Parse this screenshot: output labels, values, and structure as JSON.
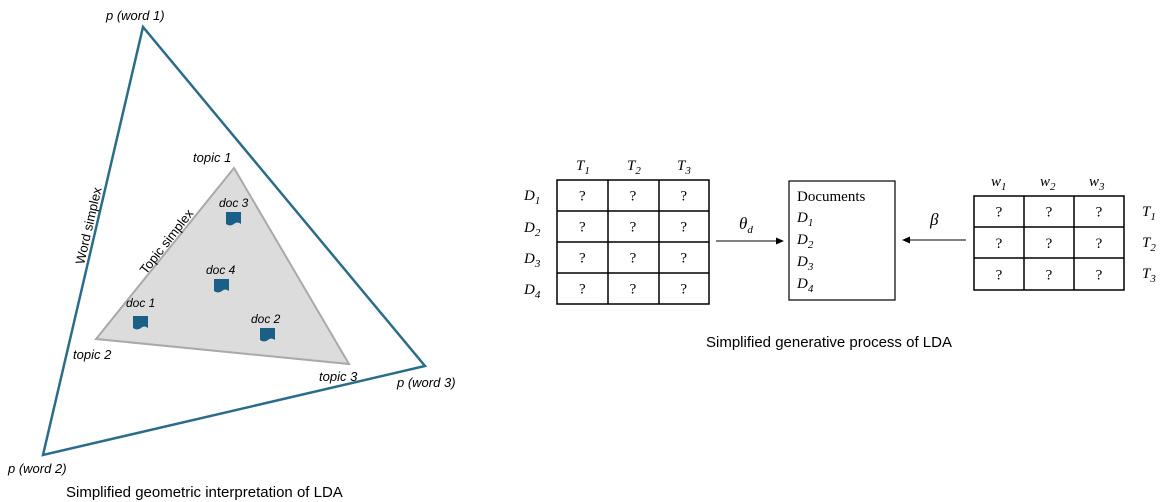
{
  "geometric": {
    "word_vertices": {
      "top": "p (word 1)",
      "left": "p (word 2)",
      "right": "p (word 3)"
    },
    "word_simplex_label": "Word simplex",
    "topic_simplex_label": "Topic simplex",
    "topics": {
      "top": "topic 1",
      "left": "topic 2",
      "right": "topic 3"
    },
    "docs": [
      "doc 1",
      "doc 2",
      "doc 3",
      "doc 4"
    ],
    "caption": "Simplified geometric interpretation of LDA",
    "colors": {
      "word_simplex": "#2b6c8a",
      "topic_simplex": "#d9d9d9",
      "doc_icon": "#1a5f86"
    }
  },
  "generative": {
    "theta_matrix": {
      "col_headers": [
        "T",
        "T",
        "T"
      ],
      "col_subscripts": [
        "1",
        "2",
        "3"
      ],
      "row_headers": [
        "D",
        "D",
        "D",
        "D"
      ],
      "row_subscripts": [
        "1",
        "2",
        "3",
        "4"
      ],
      "cell": "?"
    },
    "theta_label": "θ",
    "theta_sub": "d",
    "documents_box": {
      "title": "Documents",
      "items": [
        "D",
        "D",
        "D",
        "D"
      ],
      "subscripts": [
        "1",
        "2",
        "3",
        "4"
      ]
    },
    "beta_label": "β",
    "beta_matrix": {
      "col_headers": [
        "w",
        "w",
        "w"
      ],
      "col_subscripts": [
        "1",
        "2",
        "3"
      ],
      "row_headers": [
        "T",
        "T",
        "T"
      ],
      "row_subscripts": [
        "1",
        "2",
        "3"
      ],
      "cell": "?"
    },
    "caption": "Simplified generative process of LDA"
  }
}
